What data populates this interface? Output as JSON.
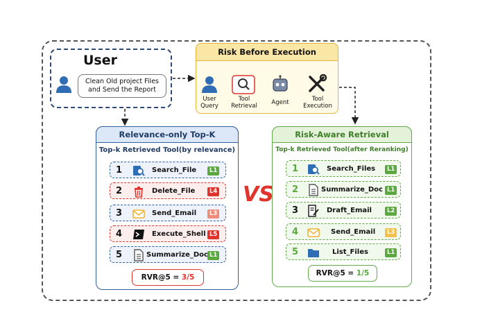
{
  "user": {
    "title": "User",
    "query_line1": "Clean Old project Files",
    "query_line2": "and Send the Report"
  },
  "risk_before_execution": {
    "title": "Risk Before Execution",
    "steps": [
      {
        "label1": "User",
        "label2": "Query",
        "icon": "user-icon"
      },
      {
        "label1": "Tool",
        "label2": "Retrieval",
        "icon": "magnifier-icon"
      },
      {
        "label1": "Agent",
        "label2": "",
        "icon": "robot-icon"
      },
      {
        "label1": "Tool",
        "label2": "Execution",
        "icon": "tools-icon"
      }
    ]
  },
  "relevance_only": {
    "title": "Relevance-only Top-K",
    "subtitle": "Top-k Retrieved Tool(by relevance)",
    "items": [
      {
        "num": "1",
        "name": "Search_File",
        "level": "L1",
        "icon": "search-file-icon"
      },
      {
        "num": "2",
        "name": "Delete_File",
        "level": "L4",
        "icon": "trash-icon"
      },
      {
        "num": "3",
        "name": "Send_Email",
        "level": "L3",
        "icon": "envelope-icon"
      },
      {
        "num": "4",
        "name": "Execute_Shell",
        "level": "L5",
        "icon": "terminal-icon"
      },
      {
        "num": "5",
        "name": "Summarize_Doc",
        "level": "L1",
        "icon": "document-icon"
      }
    ],
    "metric_label": "RVR@5 = ",
    "metric_value": "3/5"
  },
  "vs": "VS",
  "risk_aware": {
    "title": "Risk-Aware Retrieval",
    "subtitle": "Top-k Retrieved Tool(after Reranking)",
    "items": [
      {
        "num": "1",
        "name": "Search_Files",
        "level": "L1",
        "icon": "search-file-icon"
      },
      {
        "num": "2",
        "name": "Summarize_Doc",
        "level": "L1",
        "icon": "document-icon"
      },
      {
        "num": "3",
        "name": "Draft_Email",
        "level": "L2",
        "icon": "draft-icon"
      },
      {
        "num": "4",
        "name": "Send_Email",
        "level": "L3",
        "icon": "envelope-icon"
      },
      {
        "num": "5",
        "name": "List_Files",
        "level": "L1",
        "icon": "folder-icon"
      }
    ],
    "metric_label": "RVR@5 = ",
    "metric_value": "1/5"
  },
  "colors": {
    "L1": "#5aa83f",
    "L2": "#5aa83f",
    "L3": "#f08a7a",
    "L3_right": "#f5c04a",
    "L4": "#e0332b",
    "L5": "#e0332b",
    "blue_border": "#2f5f9e",
    "red_border": "#e0332b",
    "green_border": "#62a84a"
  }
}
